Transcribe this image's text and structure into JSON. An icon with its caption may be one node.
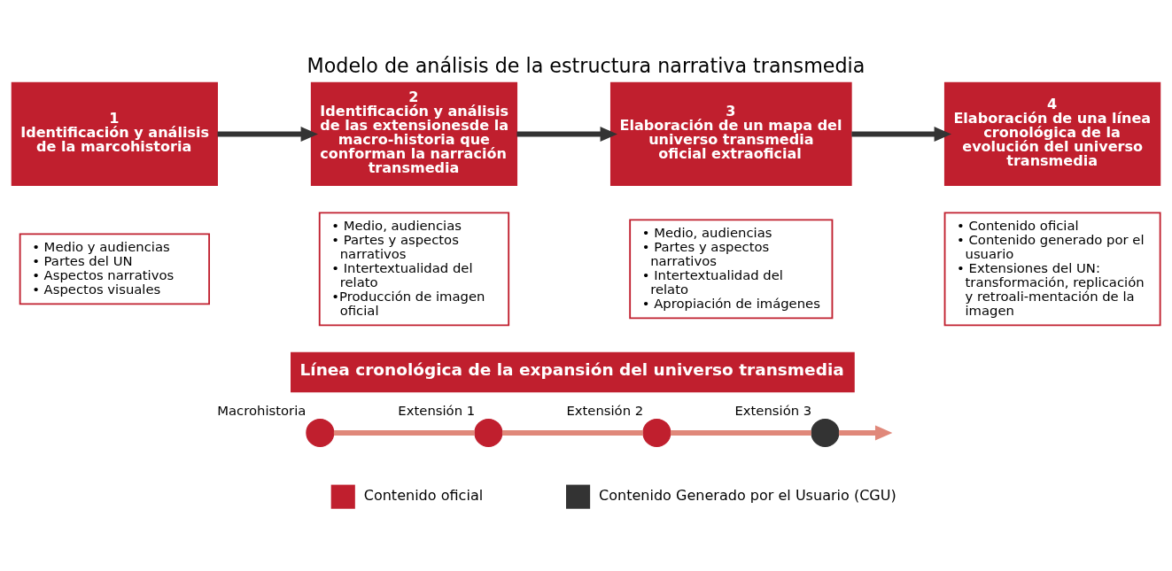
{
  "diagram": {
    "title": "Modelo de análisis de la estructura narrativa transmedia",
    "nodes": [
      {
        "text": [
          "1",
          "Identificación y análisis de la marcohistoria"
        ]
      },
      {
        "text": [
          "• Medio y audiencias",
          "• Partes del UN",
          "• Aspectos narrativos",
          "• Aspectos visuales"
        ]
      },
      {
        "text": [
          "2",
          "Identificación y análisis de las extensionesde la macro-historia que conforman la narración transmedia"
        ]
      },
      {
        "text": [
          "• Medio, audiencias",
          "• Partes y aspectos narrativos",
          "• Intertextualidad del relato",
          "•Producción de imagen oficial"
        ]
      },
      {
        "text": [
          "3",
          "Elaboración de un mapa del universo transmedia oficial extraoficial"
        ]
      },
      {
        "text": [
          "• Medio, audiencias",
          "• Partes y aspectos narrativos",
          "• Intertextualidad del relato",
          "• Apropiación de imágenes"
        ]
      },
      {
        "text": [
          "4",
          "Elaboración de una línea cronológica de la evolución del universo transmedia"
        ]
      },
      {
        "text": [
          "• Contenido oficial",
          "• Contenido generado por el usuario",
          "• Extensiones del UN: transformación, replicación y retroali-mentación de la imagen"
        ]
      },
      {
        "text": [
          "Línea cronológica de la expansión del universo transmedia"
        ]
      },
      {
        "text": [],
        "shape": "circle",
        "beside": [
          "Macrohistoria"
        ]
      },
      {
        "text": [],
        "shape": "circle",
        "beside": [
          "Extensión 1"
        ]
      },
      {
        "text": [],
        "shape": "circle",
        "beside": [
          "Extensión 2"
        ]
      },
      {
        "text": [],
        "shape": "circle",
        "beside": [
          "Extensión 3"
        ]
      }
    ],
    "edges": [
      {
        "from": 0,
        "to": 2,
        "arrow": "to",
        "color": "#333333"
      },
      {
        "from": 2,
        "to": 4,
        "arrow": "to",
        "color": "#333333"
      },
      {
        "from": 4,
        "to": 6,
        "arrow": "to",
        "color": "#333333"
      },
      {
        "from": 9,
        "to": 10,
        "arrow": "none"
      },
      {
        "from": 10,
        "to": 11,
        "arrow": "none"
      },
      {
        "from": 11,
        "to": 12,
        "arrow": "none"
      },
      {
        "from": 12,
        "to": null,
        "arrow": "to"
      }
    ],
    "legend": [
      {
        "text": "Contenido oficial",
        "color": "#c01f2e"
      },
      {
        "text": "Contenido Generado por el Usuario (CGU)",
        "color": "#333333"
      }
    ]
  }
}
